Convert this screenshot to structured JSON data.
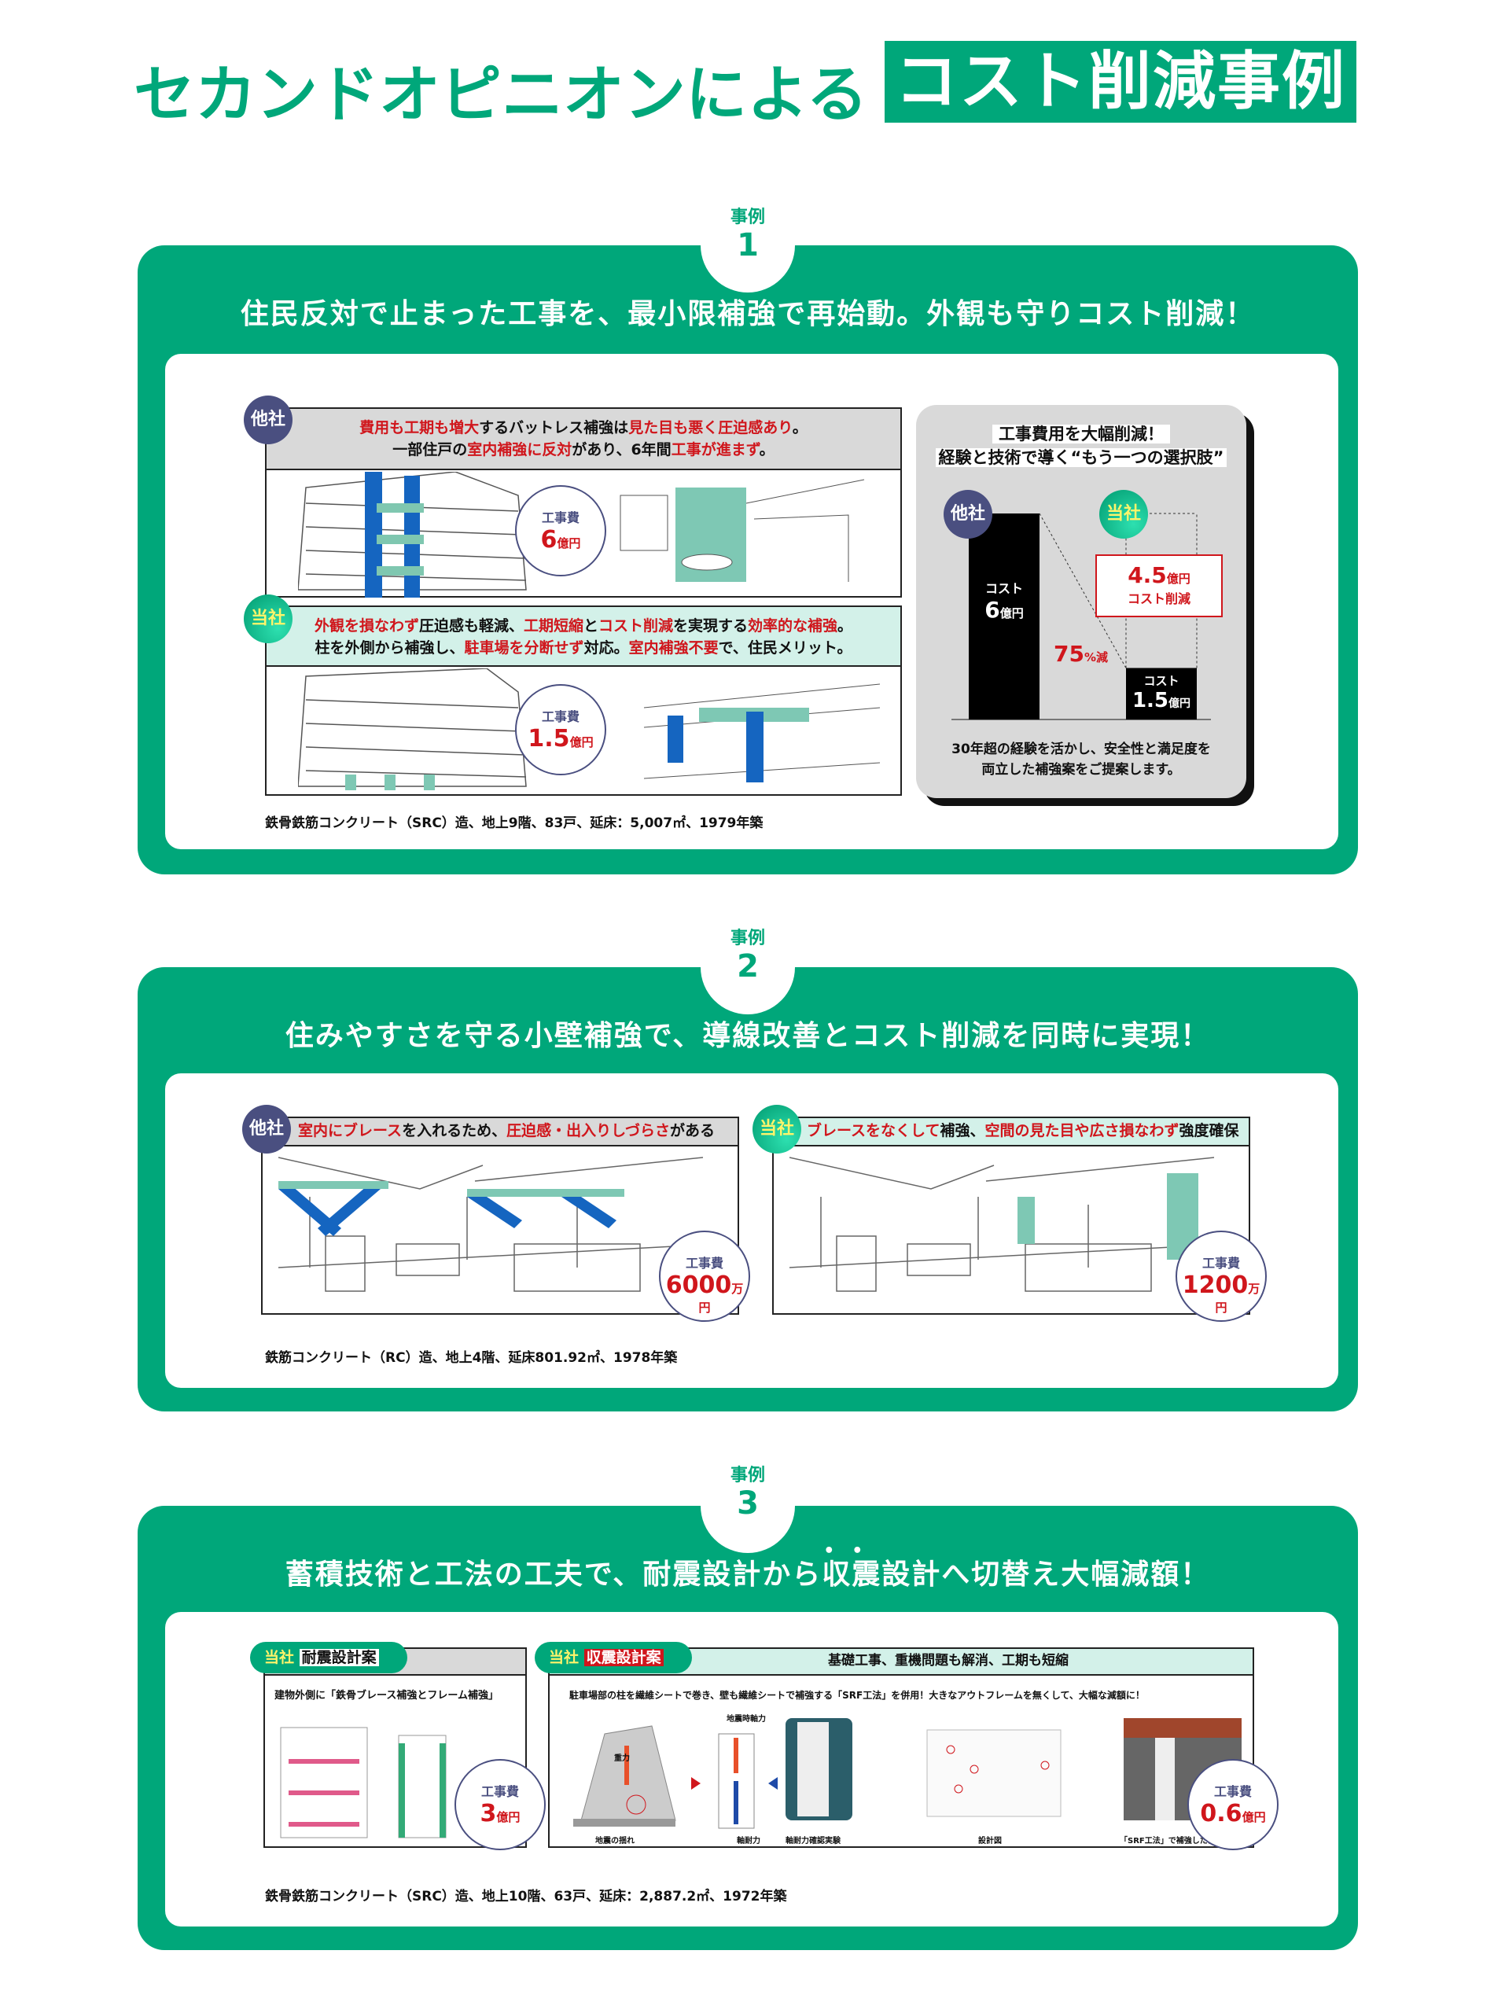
{
  "header": {
    "title_main": "セカンドオピニオンによる",
    "title_box": "コスト削減事例"
  },
  "colors": {
    "brand": "#00a77a",
    "accent_red": "#d0161c",
    "other_badge": "#4a4f80",
    "mint": "#d3f1e9"
  },
  "badges": {
    "other": "他社",
    "ours": "当社"
  },
  "cost_label": "工事費",
  "case_word": "事例",
  "cases": [
    {
      "number": "1",
      "title": "住民反対で止まった工事を、最小限補強で再始動。外観も守りコスト削減！",
      "other": {
        "lines": [
          [
            {
              "t": "費用も工期も増大",
              "r": 1
            },
            {
              "t": "するバットレス補強は"
            },
            {
              "t": "見た目も悪く圧迫感あり",
              "r": 1
            },
            {
              "t": "。"
            }
          ],
          [
            {
              "t": "一部住戸の"
            },
            {
              "t": "室内補強に反対",
              "r": 1
            },
            {
              "t": "があり、6年間"
            },
            {
              "t": "工事が進まず",
              "r": 1
            },
            {
              "t": "。"
            }
          ]
        ],
        "cost_value": "6",
        "cost_unit": "億円"
      },
      "ours": {
        "lines": [
          [
            {
              "t": "外観を損なわず",
              "r": 1
            },
            {
              "t": "圧迫感も軽減、"
            },
            {
              "t": "工期短縮",
              "r": 1
            },
            {
              "t": "と"
            },
            {
              "t": "コスト削減",
              "r": 1
            },
            {
              "t": "を実現する"
            },
            {
              "t": "効率的な補強",
              "r": 1
            },
            {
              "t": "。"
            }
          ],
          [
            {
              "t": "柱を外側から補強し、"
            },
            {
              "t": "駐車場を分断せず",
              "r": 1
            },
            {
              "t": "対応。"
            },
            {
              "t": "室内補強不要",
              "r": 1
            },
            {
              "t": "で、住民メリット。"
            }
          ]
        ],
        "cost_value": "1.5",
        "cost_unit": "億円"
      },
      "chart": {
        "heading1": "工事費用を大幅削減！",
        "heading2": "経験と技術で導く“もう一つの選択肢”",
        "bars": [
          {
            "company": "他社",
            "label": "コスト",
            "value": 6,
            "value_text": "6",
            "unit": "億円"
          },
          {
            "company": "当社",
            "label": "コスト",
            "value": 1.5,
            "value_text": "1.5",
            "unit": "億円"
          }
        ],
        "reduction_value": "4.5",
        "reduction_unit": "億円",
        "reduction_label": "コスト削減",
        "percent": "75",
        "percent_unit": "%減",
        "footer1": "30年超の経験を活かし、安全性と満足度を",
        "footer2": "両立した補強案をご提案します。"
      },
      "spec": "鉄骨鉄筋コンクリート（SRC）造、地上9階、83戸、延床：5,007㎡、1979年築"
    },
    {
      "number": "2",
      "title": "住みやすさを守る小壁補強で、導線改善とコスト削減を同時に実現！",
      "other": {
        "line": [
          {
            "t": "室内にブレース",
            "r": 1
          },
          {
            "t": "を入れるため、"
          },
          {
            "t": "圧迫感・出入りしづらさ",
            "r": 1
          },
          {
            "t": "がある"
          }
        ],
        "cost_value": "6000",
        "cost_unit": "万円"
      },
      "ours": {
        "line": [
          {
            "t": "ブレースをなくして",
            "r": 1
          },
          {
            "t": "補強、"
          },
          {
            "t": "空間の見た目や広さ損なわず",
            "r": 1
          },
          {
            "t": "強度確保"
          }
        ],
        "cost_value": "1200",
        "cost_unit": "万円"
      },
      "spec": "鉄筋コンクリート（RC）造、地上4階、延床801.92㎡、1978年築"
    },
    {
      "number": "3",
      "title_a": "蓄積技術と工法の工夫で、耐震設計から",
      "title_b": "収震",
      "title_c": "設計へ切替え大幅減額！",
      "left": {
        "tag": "耐震設計案",
        "desc": "建物外側に「鉄骨ブレース補強とフレーム補強」",
        "cost_value": "3",
        "cost_unit": "億円"
      },
      "right": {
        "tag": "収震設計案",
        "header": "基礎工事、重機問題も解消、工期も短縮",
        "desc": "駐車場部の柱を繊維シートで巻き、壁も繊維シートで補強する「SRF工法」を併用！大きなアウトフレームを無くして、大幅な減額に！",
        "captions": [
          "地震の揺れ",
          "重力",
          "地震時軸力",
          "軸耐力",
          "軸耐力確認実験",
          "設計図",
          "「SRF工法」で補強した柱"
        ],
        "cost_value": "0.6",
        "cost_unit": "億円"
      },
      "spec": "鉄骨鉄筋コンクリート（SRC）造、地上10階、63戸、延床：2,887.2㎡、1972年築"
    }
  ]
}
